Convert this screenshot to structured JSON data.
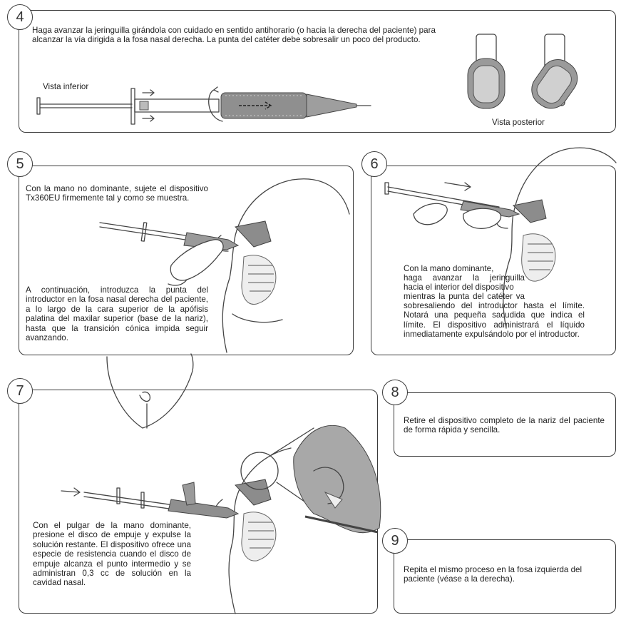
{
  "steps": {
    "s4": {
      "number": "4",
      "text": "Haga avanzar la jeringuilla girándola con cuidado en sentido antihorario (o hacia la derecha del paciente) para alcanzar la vía dirigida a la fosa nasal derecha. La punta del catéter debe sobresalir un poco del producto.",
      "caption_bottom_view": "Vista inferior",
      "caption_rear_view": "Vista posterior"
    },
    "s5": {
      "number": "5",
      "text_top": "Con la mano no dominante, sujete el dispositivo Tx360EU firmemente tal y como se muestra.",
      "text_bottom": "A continuación, introduzca la punta del introductor en la fosa nasal derecha del paciente, a lo largo de la cara superior de la apófisis palatina del maxilar superior (base de la nariz), hasta que la transición cónica impida seguir avanzando."
    },
    "s6": {
      "number": "6",
      "line1": "Con la mano dominante,",
      "line2": "haga avanzar la jeringuilla",
      "line3": "hacia el interior del dispositivo",
      "line4": "mientras la punta del catéter va",
      "text_rest": "sobresaliendo del introductor hasta el límite. Notará una pequeña sacudida que indica el límite. El dispositivo administrará el líquido inmediatamente expulsándolo por el introductor."
    },
    "s7": {
      "number": "7",
      "text": "Con el pulgar de la mano dominante, presione el disco de empuje y expulse la solución restante. El dispositivo ofrece una especie de resistencia cuando el disco de empuje alcanza el punto intermedio y se administran 0,3 cc de solución en la cavidad nasal."
    },
    "s8": {
      "number": "8",
      "text": "Retire el dispositivo completo de la nariz del paciente de forma rápida y sencilla."
    },
    "s9": {
      "number": "9",
      "text": "Repita el mismo proceso en la fosa izquierda del paciente (véase a la derecha)."
    }
  },
  "colors": {
    "border": "#3a3a3a",
    "text": "#222222",
    "device_gray": "#9a9a9a"
  }
}
